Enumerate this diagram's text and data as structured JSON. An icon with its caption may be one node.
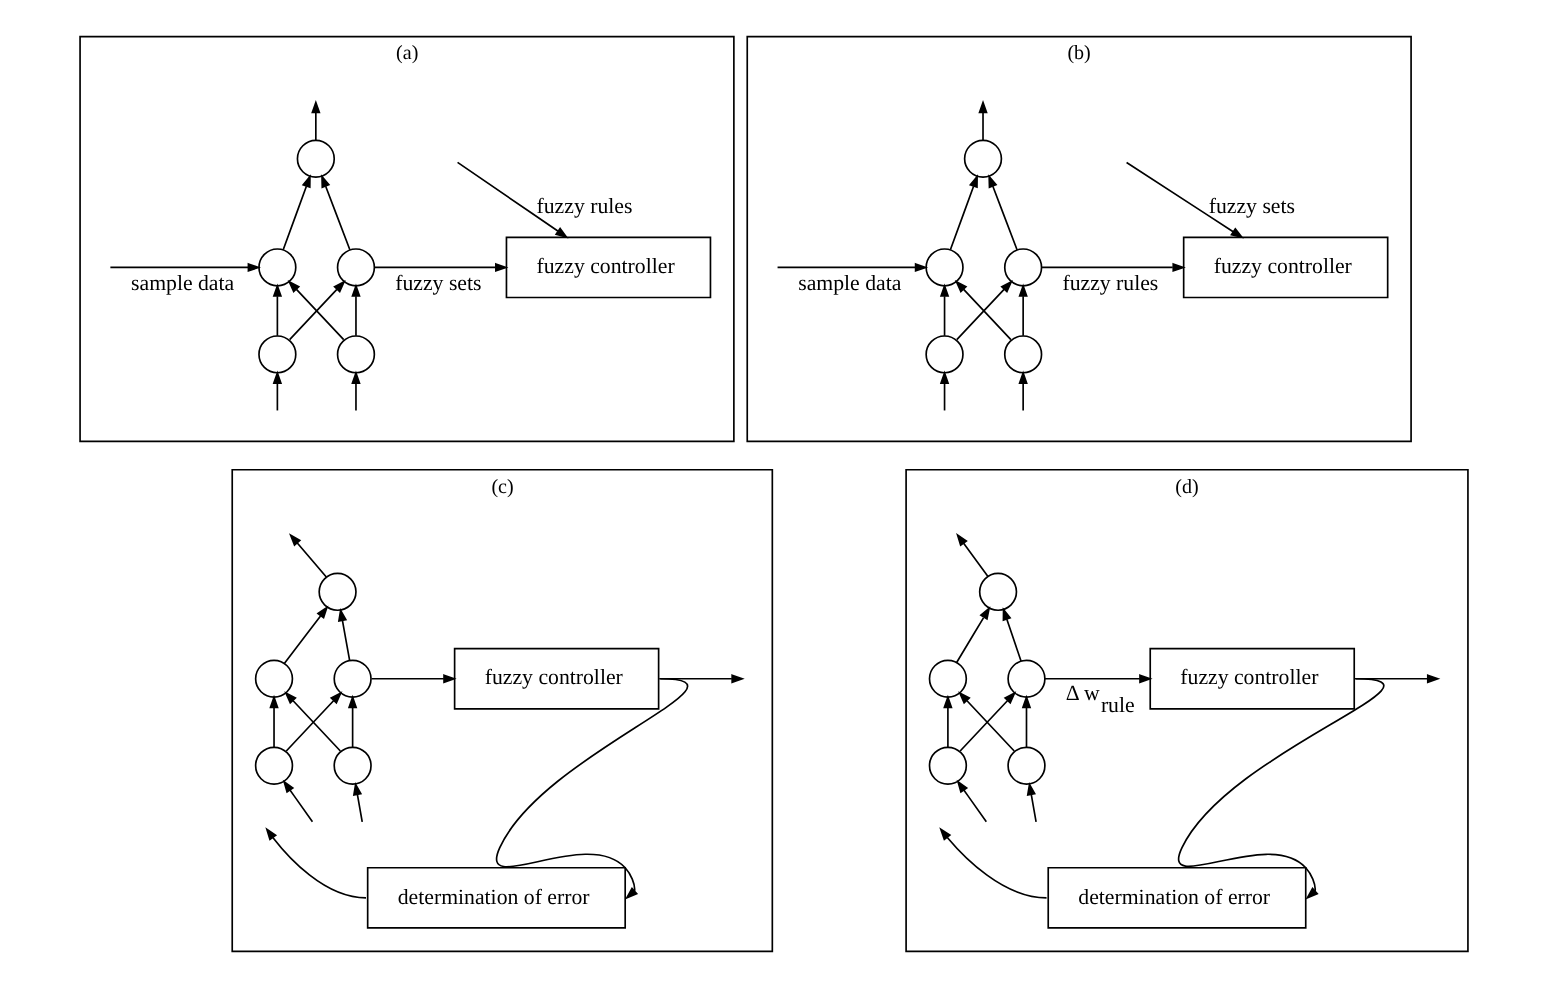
{
  "diagram": {
    "nodes": [
      {
        "text": [
          "(a)"
        ]
      },
      {
        "text": [],
        "shape": "circle",
        "in": 0
      },
      {
        "text": [],
        "shape": "circle",
        "in": 0
      },
      {
        "text": [],
        "shape": "circle",
        "in": 0
      },
      {
        "text": [],
        "shape": "circle",
        "in": 0
      },
      {
        "text": [],
        "shape": "circle",
        "in": 0
      },
      {
        "text": [
          "fuzzy controller"
        ],
        "in": 0
      },
      {
        "text": [
          "(b)"
        ]
      },
      {
        "text": [],
        "shape": "circle",
        "in": 7
      },
      {
        "text": [],
        "shape": "circle",
        "in": 7
      },
      {
        "text": [],
        "shape": "circle",
        "in": 7
      },
      {
        "text": [],
        "shape": "circle",
        "in": 7
      },
      {
        "text": [],
        "shape": "circle",
        "in": 7
      },
      {
        "text": [
          "fuzzy controller"
        ],
        "in": 7
      },
      {
        "text": [
          "(c)"
        ]
      },
      {
        "text": [],
        "shape": "circle",
        "in": 14
      },
      {
        "text": [],
        "shape": "circle",
        "in": 14
      },
      {
        "text": [],
        "shape": "circle",
        "in": 14
      },
      {
        "text": [],
        "shape": "circle",
        "in": 14
      },
      {
        "text": [],
        "shape": "circle",
        "in": 14
      },
      {
        "text": [
          "fuzzy controller"
        ],
        "in": 14
      },
      {
        "text": [
          "determination of error"
        ],
        "in": 14
      },
      {
        "text": [
          "(d)"
        ]
      },
      {
        "text": [],
        "shape": "circle",
        "in": 22
      },
      {
        "text": [],
        "shape": "circle",
        "in": 22
      },
      {
        "text": [],
        "shape": "circle",
        "in": 22
      },
      {
        "text": [],
        "shape": "circle",
        "in": 22
      },
      {
        "text": [],
        "shape": "circle",
        "in": 22
      },
      {
        "text": [
          "fuzzy controller"
        ],
        "in": 22
      },
      {
        "text": [
          "determination of error"
        ],
        "in": 22
      }
    ],
    "edges": [
      {
        "from": null,
        "to": 4,
        "arrow": "to"
      },
      {
        "from": null,
        "to": 5,
        "arrow": "to"
      },
      {
        "from": 4,
        "to": 2,
        "arrow": "to"
      },
      {
        "from": 4,
        "to": 3,
        "arrow": "to"
      },
      {
        "from": 5,
        "to": 2,
        "arrow": "to"
      },
      {
        "from": 5,
        "to": 3,
        "arrow": "to"
      },
      {
        "from": 2,
        "to": 1,
        "arrow": "to"
      },
      {
        "from": 3,
        "to": 1,
        "arrow": "to"
      },
      {
        "from": 1,
        "to": null,
        "arrow": "to"
      },
      {
        "from": null,
        "to": 2,
        "arrow": "to",
        "label": "sample data"
      },
      {
        "from": 3,
        "to": 6,
        "arrow": "to",
        "label": "fuzzy sets"
      },
      {
        "from": null,
        "to": 6,
        "arrow": "to",
        "label": "fuzzy rules"
      },
      {
        "from": null,
        "to": 11,
        "arrow": "to"
      },
      {
        "from": null,
        "to": 12,
        "arrow": "to"
      },
      {
        "from": 11,
        "to": 9,
        "arrow": "to"
      },
      {
        "from": 11,
        "to": 10,
        "arrow": "to"
      },
      {
        "from": 12,
        "to": 9,
        "arrow": "to"
      },
      {
        "from": 12,
        "to": 10,
        "arrow": "to"
      },
      {
        "from": 9,
        "to": 8,
        "arrow": "to"
      },
      {
        "from": 10,
        "to": 8,
        "arrow": "to"
      },
      {
        "from": 8,
        "to": null,
        "arrow": "to"
      },
      {
        "from": null,
        "to": 9,
        "arrow": "to",
        "label": "sample data"
      },
      {
        "from": 10,
        "to": 13,
        "arrow": "to",
        "label": "fuzzy rules"
      },
      {
        "from": null,
        "to": 13,
        "arrow": "to",
        "label": "fuzzy sets"
      },
      {
        "from": null,
        "to": 18,
        "arrow": "to"
      },
      {
        "from": null,
        "to": 19,
        "arrow": "to"
      },
      {
        "from": 18,
        "to": 16,
        "arrow": "to"
      },
      {
        "from": 18,
        "to": 17,
        "arrow": "to"
      },
      {
        "from": 19,
        "to": 16,
        "arrow": "to"
      },
      {
        "from": 19,
        "to": 17,
        "arrow": "to"
      },
      {
        "from": 16,
        "to": 15,
        "arrow": "to"
      },
      {
        "from": 17,
        "to": 15,
        "arrow": "to"
      },
      {
        "from": 15,
        "to": null,
        "arrow": "to"
      },
      {
        "from": 17,
        "to": 20,
        "arrow": "to"
      },
      {
        "from": 20,
        "to": null,
        "arrow": "to"
      },
      {
        "from": 20,
        "to": 21,
        "arrow": "to"
      },
      {
        "from": 21,
        "to": null,
        "arrow": "to"
      },
      {
        "from": null,
        "to": 26,
        "arrow": "to"
      },
      {
        "from": null,
        "to": 27,
        "arrow": "to"
      },
      {
        "from": 26,
        "to": 24,
        "arrow": "to"
      },
      {
        "from": 26,
        "to": 25,
        "arrow": "to"
      },
      {
        "from": 27,
        "to": 24,
        "arrow": "to"
      },
      {
        "from": 27,
        "to": 25,
        "arrow": "to"
      },
      {
        "from": 24,
        "to": 23,
        "arrow": "to"
      },
      {
        "from": 25,
        "to": 23,
        "arrow": "to"
      },
      {
        "from": 23,
        "to": null,
        "arrow": "to"
      },
      {
        "from": 25,
        "to": 28,
        "arrow": "to",
        "label": "Δ w$_{rule}$"
      },
      {
        "from": 28,
        "to": null,
        "arrow": "to"
      },
      {
        "from": 28,
        "to": 29,
        "arrow": "to"
      },
      {
        "from": 29,
        "to": null,
        "arrow": "to"
      }
    ]
  }
}
